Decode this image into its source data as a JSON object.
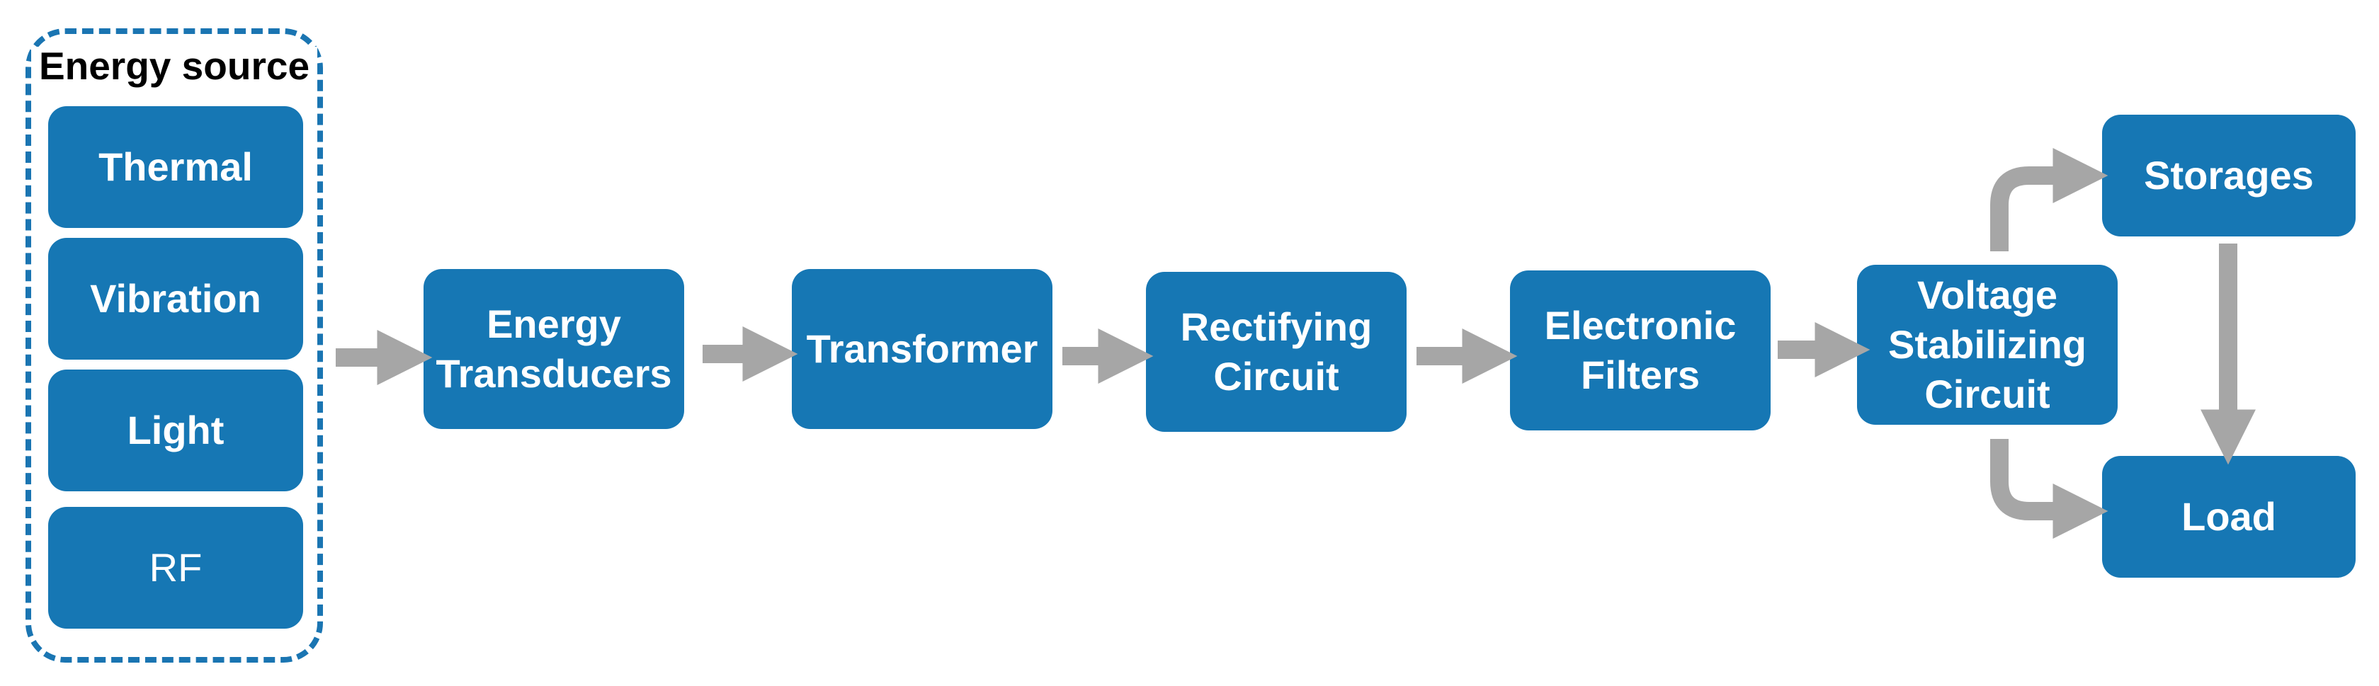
{
  "diagram": {
    "energy_source_title": "Energy source",
    "sources": [
      "Thermal",
      "Vibration",
      "Light",
      "RF"
    ],
    "stages": {
      "transducers": "Energy\nTransducers",
      "transformer": "Transformer",
      "rectifier": "Rectifying\nCircuit",
      "filters": "Electronic\nFilters",
      "stabilizer": "Voltage\nStabilizing\nCircuit",
      "storages": "Storages",
      "load": "Load"
    },
    "colors": {
      "box": "#1677b4",
      "border": "#1a75b2",
      "arrow": "#a6a6a6"
    }
  }
}
